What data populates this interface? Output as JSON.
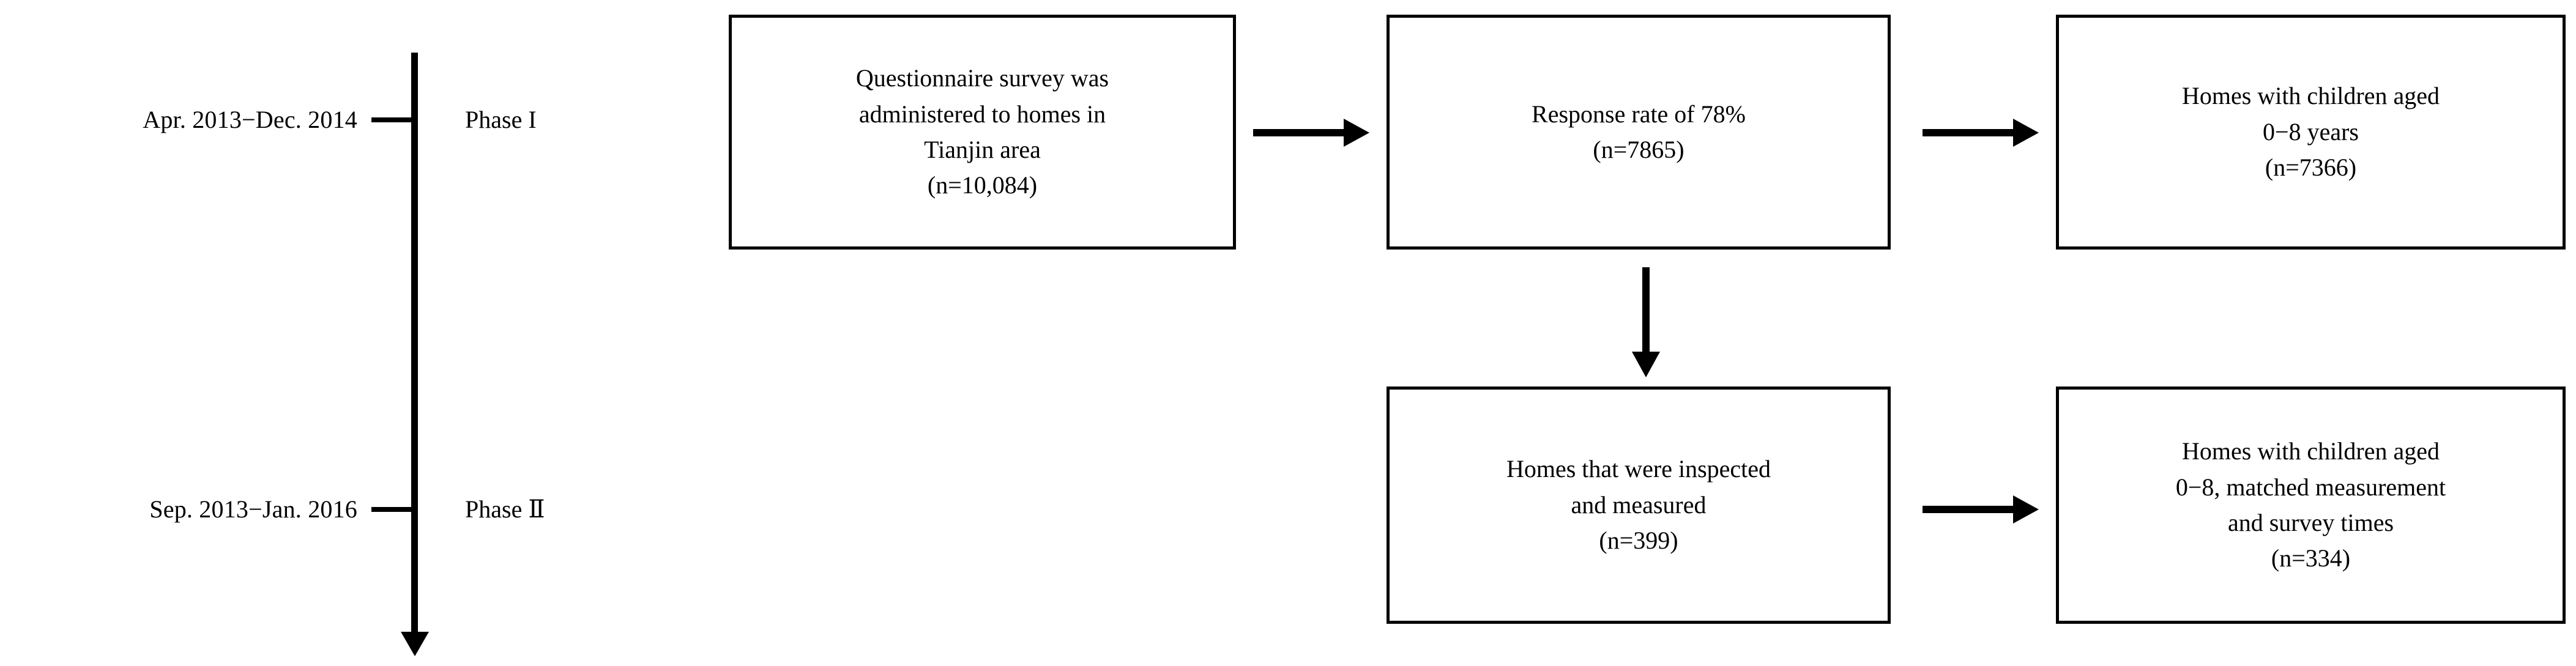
{
  "figure": {
    "type": "flowchart",
    "orientation": "left-to-right with timeline axis",
    "background_color": "#ffffff",
    "line_color": "#000000",
    "text_color": "#000000"
  },
  "timeline": {
    "axis_label": "study-timeline-axis",
    "arrow_direction": "down",
    "marks": [
      {
        "date_range": "Apr. 2013−Dec. 2014",
        "phase_label": "Phase I"
      },
      {
        "date_range": "Sep. 2013−Jan. 2016",
        "phase_label": "Phase Ⅱ"
      }
    ]
  },
  "boxes": [
    {
      "id": "questionnaire-survey",
      "text": "Questionnaire survey was\nadministered to homes in\nTianjin area\n(n=10,084)"
    },
    {
      "id": "response-rate",
      "text": "Response rate of 78%\n(n=7865)"
    },
    {
      "id": "homes-children-0-8",
      "text": "Homes with children aged\n0−8 years\n(n=7366)"
    },
    {
      "id": "homes-inspected-measured",
      "text": "Homes that were inspected\nand measured\n(n=399)"
    },
    {
      "id": "homes-matched-times",
      "text": "Homes with children aged\n0−8, matched measurement\nand survey times\n(n=334)"
    }
  ],
  "connectors": [
    {
      "id": "survey-to-response",
      "from": "questionnaire-survey",
      "to": "response-rate",
      "direction": "right"
    },
    {
      "id": "response-to-children",
      "from": "response-rate",
      "to": "homes-children-0-8",
      "direction": "right"
    },
    {
      "id": "response-to-inspected",
      "from": "response-rate",
      "to": "homes-inspected-measured",
      "direction": "down"
    },
    {
      "id": "inspected-to-matched",
      "from": "homes-inspected-measured",
      "to": "homes-matched-times",
      "direction": "right"
    }
  ]
}
